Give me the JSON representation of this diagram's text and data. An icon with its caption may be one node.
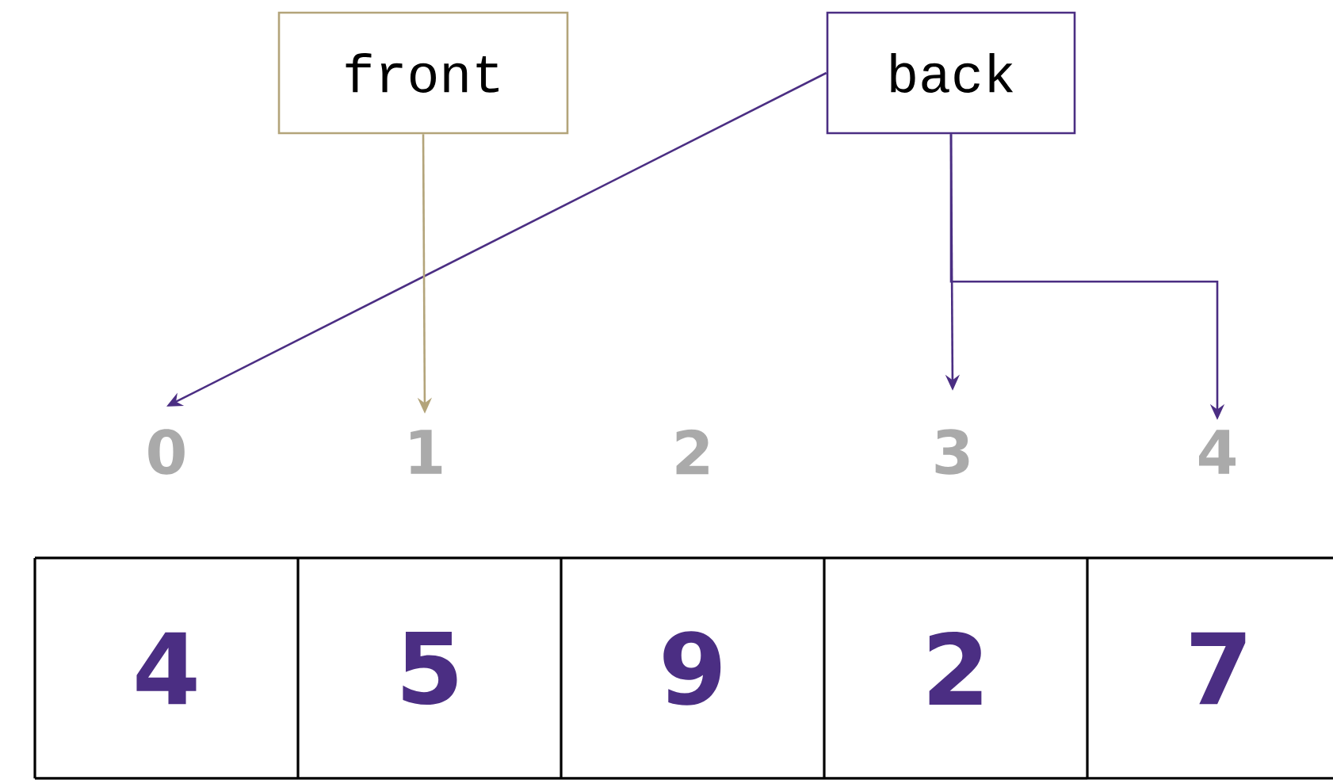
{
  "diagram": {
    "nodes": [
      {
        "text": [
          "front"
        ]
      },
      {
        "text": [
          "back"
        ]
      },
      {
        "text": [
          "0"
        ]
      },
      {
        "text": [
          "1"
        ]
      },
      {
        "text": [
          "2"
        ]
      },
      {
        "text": [
          "3"
        ]
      },
      {
        "text": [
          "4"
        ]
      },
      {
        "text": [
          "4"
        ]
      },
      {
        "text": [
          "5"
        ]
      },
      {
        "text": [
          "9"
        ]
      },
      {
        "text": [
          "2"
        ]
      },
      {
        "text": [
          "7"
        ]
      }
    ],
    "edges": [
      {
        "from": 1,
        "to": 2,
        "arrow": "to"
      },
      {
        "from": 0,
        "to": 3,
        "arrow": "to",
        "color": "#b3a47a"
      },
      {
        "from": 1,
        "to": 5,
        "arrow": "to"
      },
      {
        "from": 1,
        "to": 6,
        "arrow": "to"
      }
    ]
  }
}
